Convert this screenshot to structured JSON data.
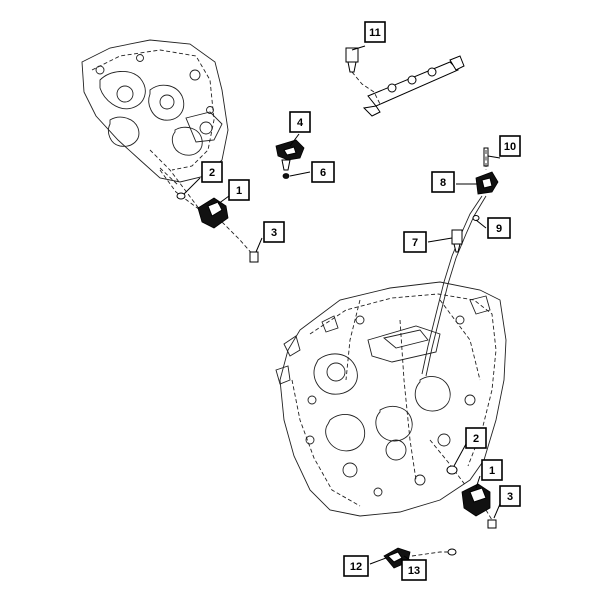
{
  "callouts": {
    "c1": "1",
    "c2": "2",
    "c3": "3",
    "c4": "4",
    "c5": "6",
    "c6": "7",
    "c7": "8",
    "c8": "9",
    "c9": "10",
    "c10": "11",
    "c11": "2",
    "c12": "1",
    "c13": "3",
    "c14": "12",
    "c15": "13"
  }
}
